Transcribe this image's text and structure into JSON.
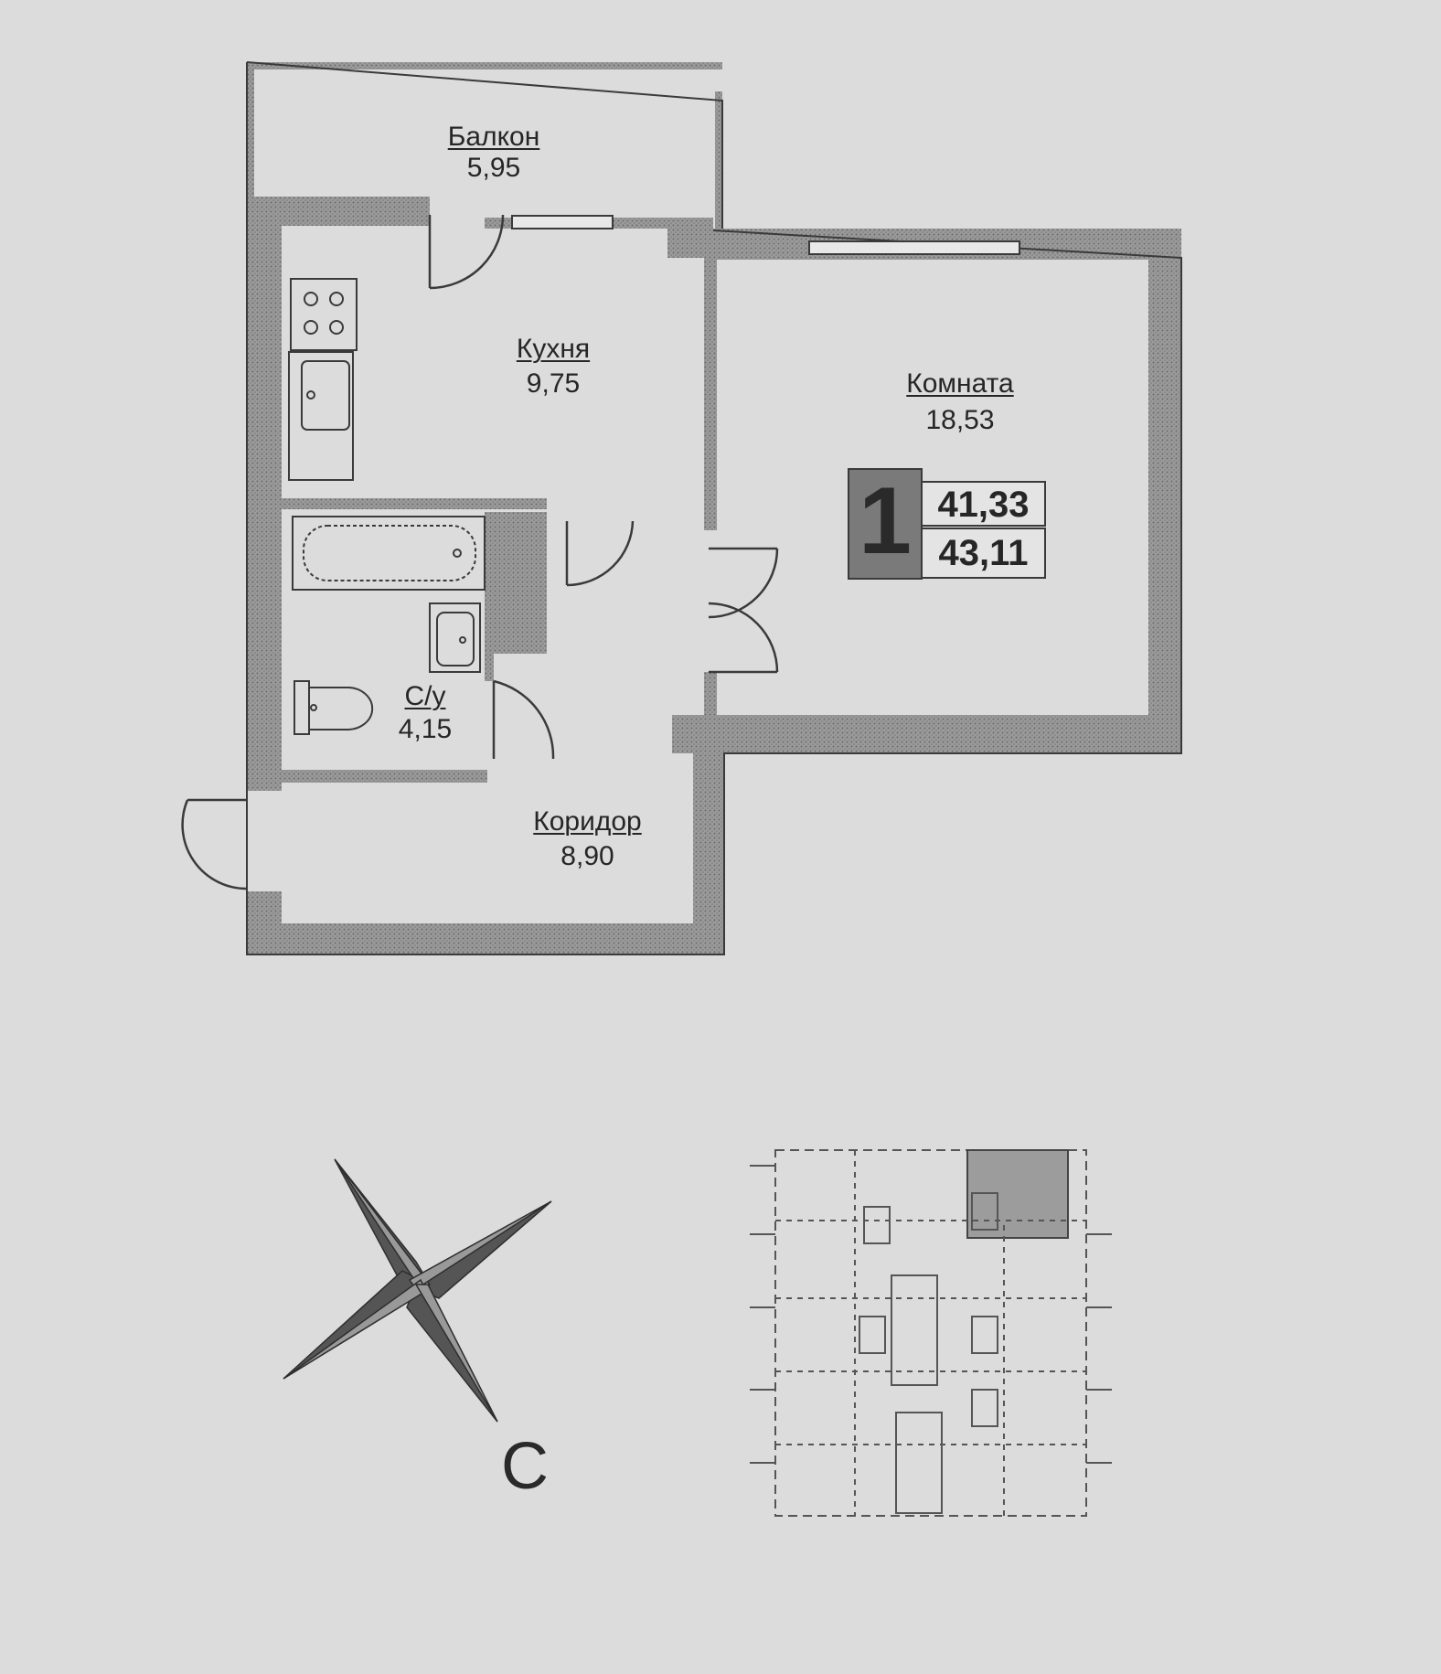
{
  "floorplan": {
    "rooms": [
      {
        "id": "balcony",
        "name": "Балкон",
        "area": "5,95"
      },
      {
        "id": "kitchen",
        "name": "Кухня",
        "area": "9,75"
      },
      {
        "id": "room",
        "name": "Комната",
        "area": "18,53"
      },
      {
        "id": "bathroom",
        "name": "С/у",
        "area": "4,15"
      },
      {
        "id": "corridor",
        "name": "Коридор",
        "area": "8,90"
      }
    ],
    "badge": {
      "rooms_count": "1",
      "living_area": "41,33",
      "total_area": "43,11"
    },
    "compass": {
      "letter": "С"
    },
    "colors": {
      "paper": "#dcdcdc",
      "wall": "#8a8a8a",
      "line": "#3a3a3a",
      "badge_fill": "#7a7a7a"
    }
  }
}
